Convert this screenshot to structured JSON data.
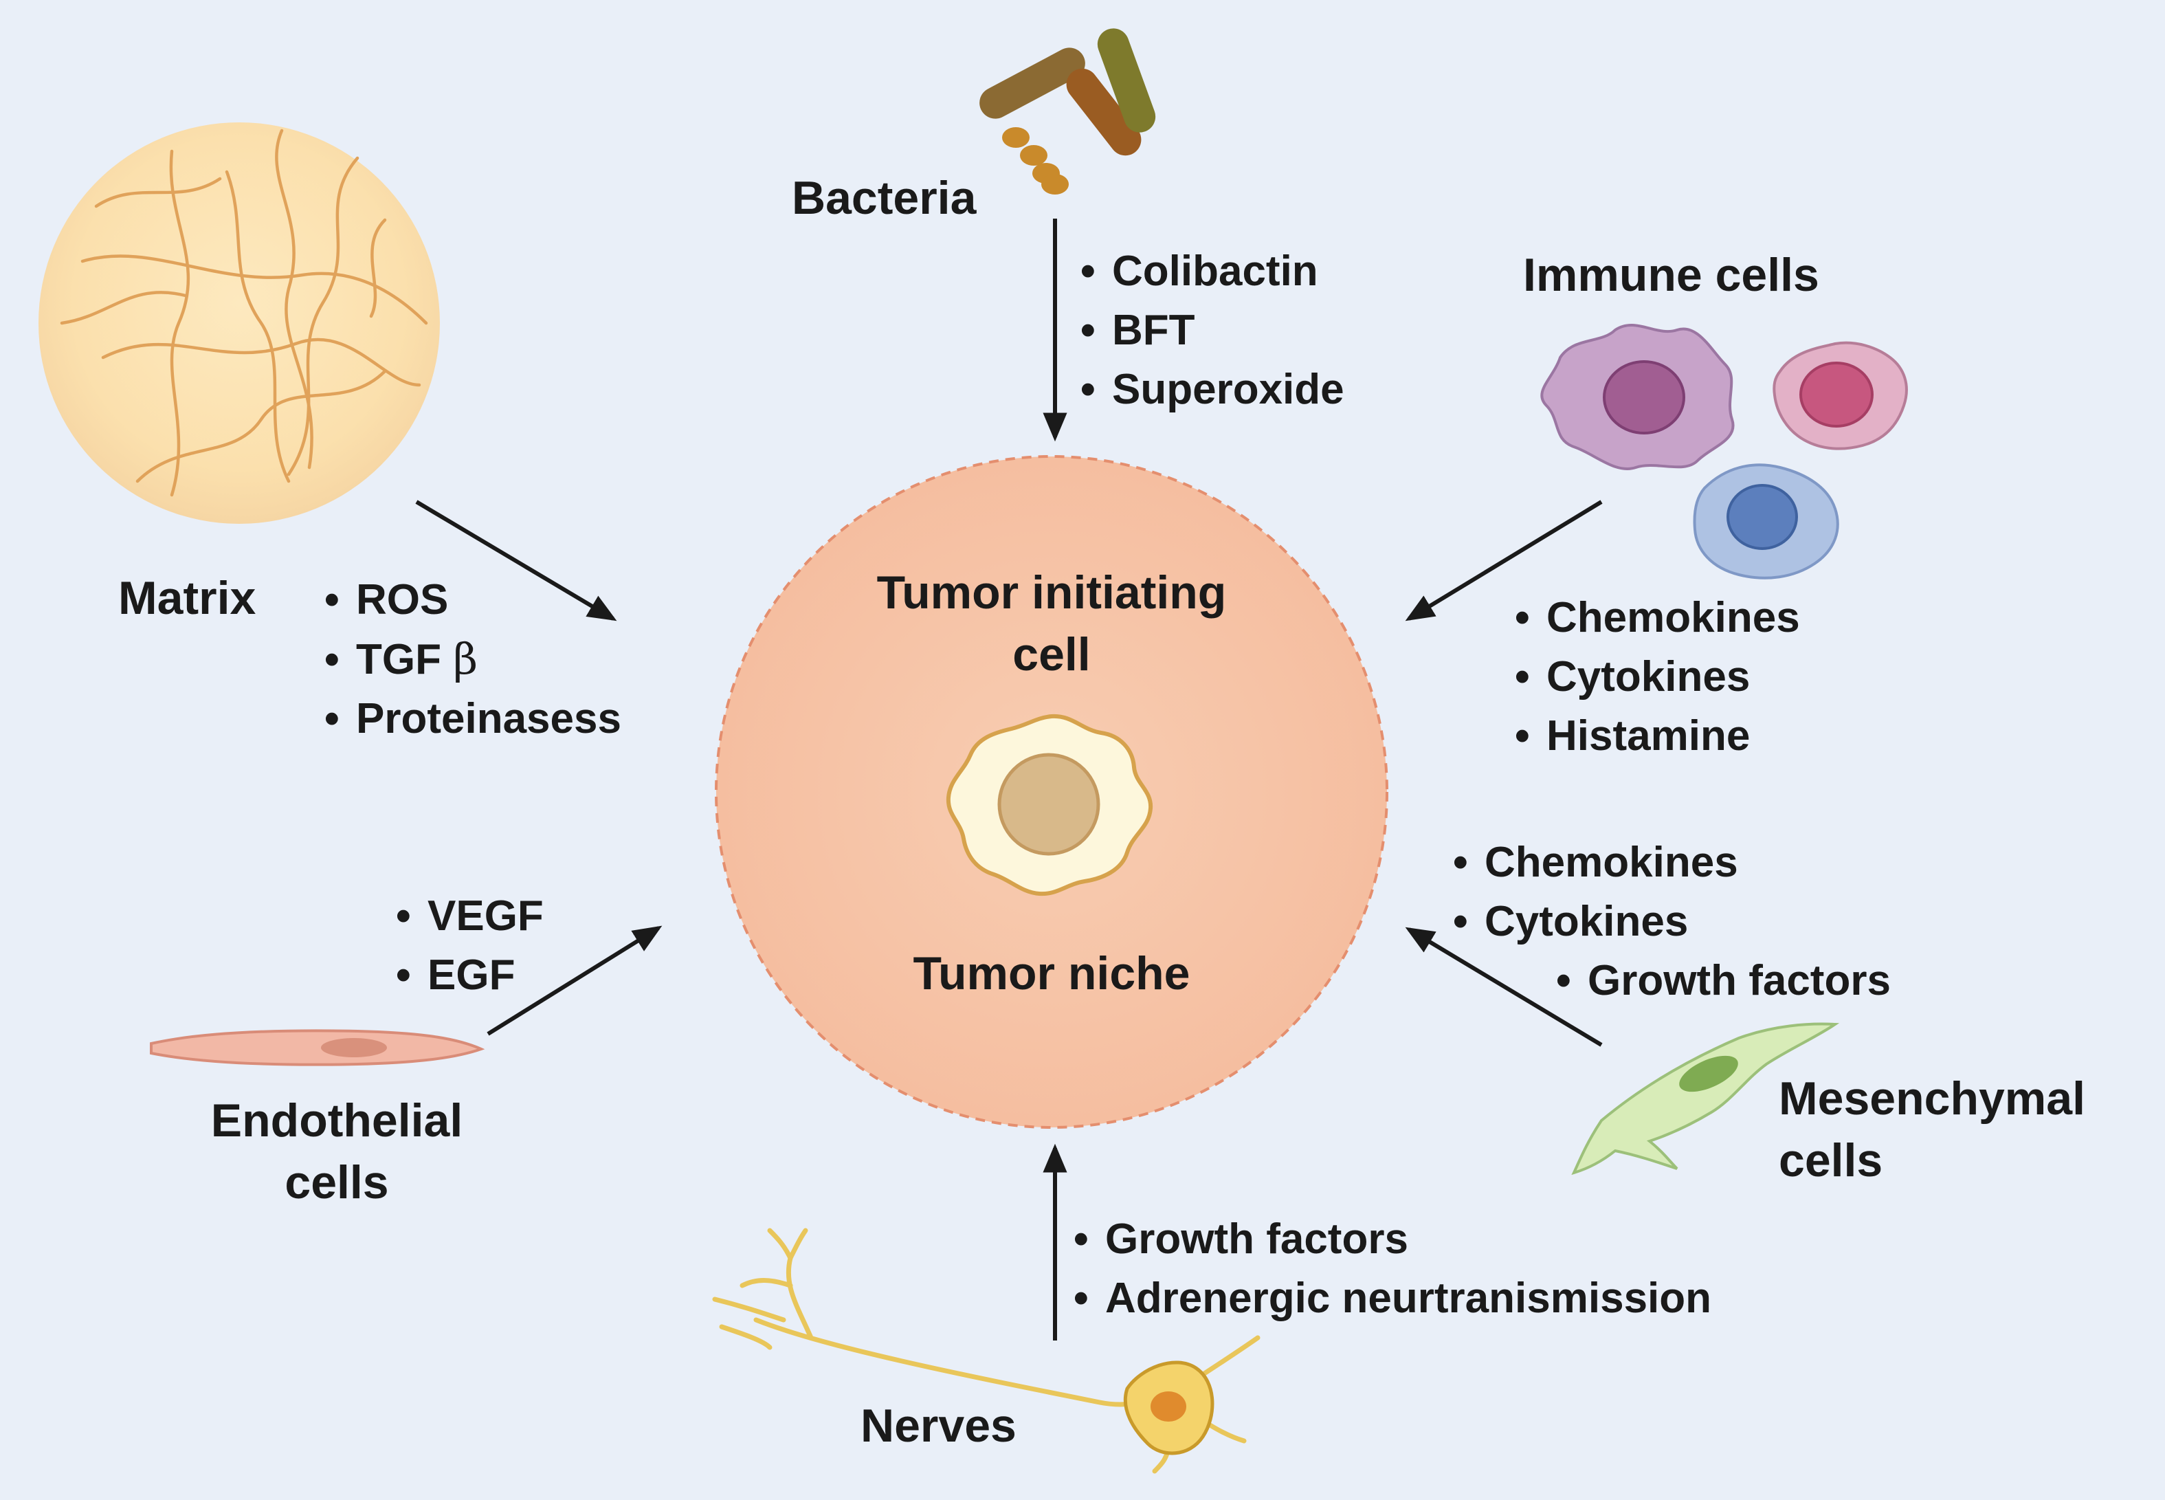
{
  "center": {
    "title": "Tumor initiating\ncell",
    "niche": "Tumor niche"
  },
  "bacteria": {
    "label": "Bacteria",
    "factors": [
      "Colibactin",
      "BFT",
      "Superoxide"
    ]
  },
  "immune": {
    "label": "Immune cells",
    "factors": [
      "Chemokines",
      "Cytokines",
      "Histamine"
    ]
  },
  "matrix": {
    "label": "Matrix",
    "factors": [
      "ROS",
      "TGF",
      "Proteinasess"
    ],
    "beta": "β"
  },
  "endothelial": {
    "label": "Endothelial\ncells",
    "factors": [
      "VEGF",
      "EGF"
    ]
  },
  "mesenchymal": {
    "label": "Mesenchymal\ncells",
    "factors": [
      "Chemokines",
      "Cytokines",
      "Growth factors"
    ]
  },
  "nerves": {
    "label": "Nerves",
    "factors": [
      "Growth factors",
      "Adrenergic neurtranismission"
    ]
  },
  "colors": {
    "background": "#e9eff8",
    "niche_fill": "#f7c6a9",
    "niche_border": "#e58c6a",
    "matrix_fill": "#fbe3b3",
    "matrix_fibers": "#e0a25a",
    "arrow": "#1a1a1a"
  },
  "icons": [
    "bacteria-icon",
    "immune-cell-icon",
    "matrix-fiber-icon",
    "endothelial-cell-icon",
    "mesenchymal-cell-icon",
    "nerve-cell-icon",
    "tumor-cell-icon"
  ]
}
